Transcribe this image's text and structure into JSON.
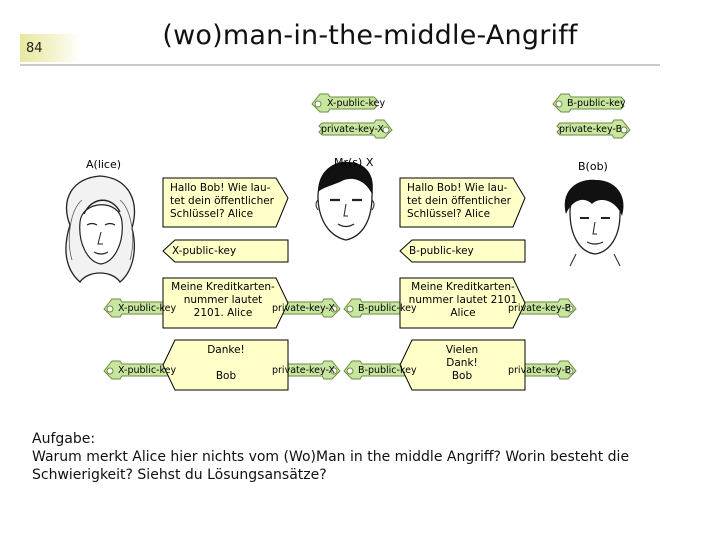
{
  "page_number": "84",
  "title": "(wo)man-in-the-middle-Angriff",
  "parties": {
    "alice": "A(lice)",
    "mallory": "Mr(s) X",
    "bob": "B(ob)"
  },
  "keys": {
    "x_public": "X-public-key",
    "b_public": "B-public-key",
    "x_private": "private-key-X",
    "b_private": "private-key-B"
  },
  "messages": {
    "hello_left": "Hallo Bob! Wie lau-\ntet dein öffentlicher\nSchlüssel? Alice",
    "hello_right": "Hallo Bob! Wie lau-\ntet dein öffentlicher\nSchlüssel? Alice",
    "key_left": "X-public-key",
    "key_right": "B-public-key",
    "card_left": "Meine Kreditkarten-\nnummer lautet\n2101. Alice",
    "card_right": "Meine Kreditkarten-\nnummer lautet 2101\nAlice",
    "thanks_left": "Danke!\n\nBob",
    "thanks_right": "Vielen\nDank!\nBob"
  },
  "task": "Aufgabe:\nWarum merkt Alice hier nichts vom (Wo)Man in the middle Angriff? Worin besteht die\nSchwierigkeit? Siehst du Lösungsansätze?",
  "colors": {
    "message_box": "#ffffc8",
    "key_fill": "#c8e6a0",
    "title_accent": "#e8e8a0"
  }
}
